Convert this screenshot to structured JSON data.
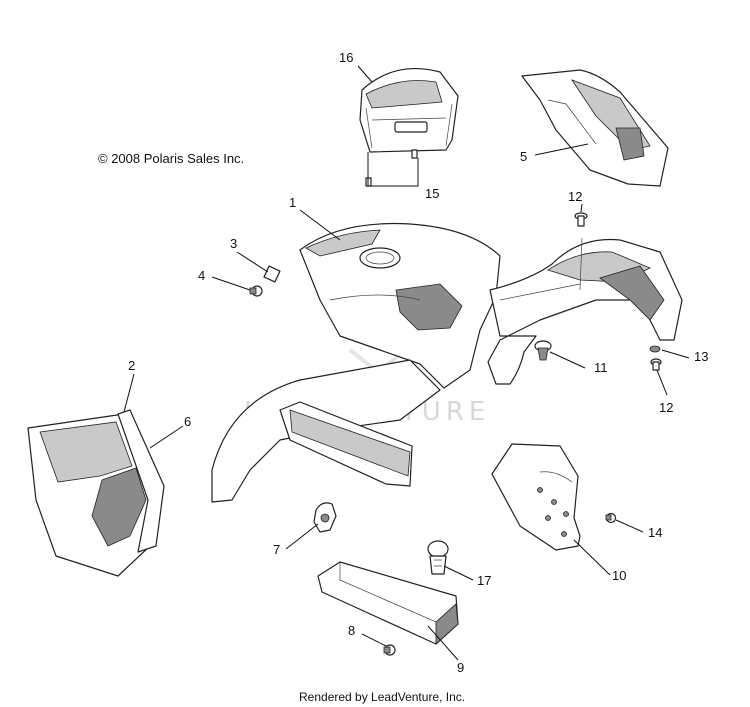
{
  "copyright": "© 2008 Polaris Sales Inc.",
  "footer": "Rendered by LeadVenture, Inc.",
  "watermark": "LEADVENTURE",
  "callouts": {
    "c1": "1",
    "c2": "2",
    "c3": "3",
    "c4": "4",
    "c5": "5",
    "c6": "6",
    "c7": "7",
    "c8": "8",
    "c9": "9",
    "c10": "10",
    "c11": "11",
    "c12a": "12",
    "c12b": "12",
    "c13": "13",
    "c14": "14",
    "c15": "15",
    "c16": "16",
    "c17": "17"
  }
}
